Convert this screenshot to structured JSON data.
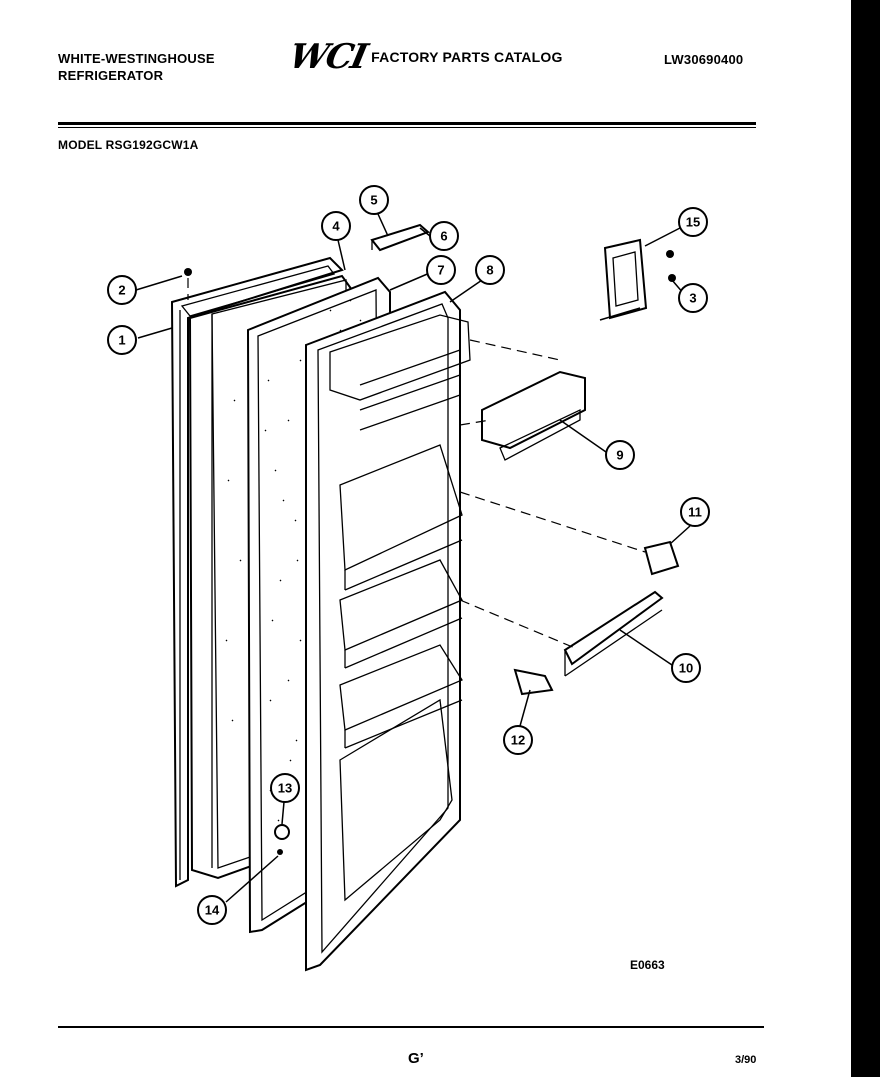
{
  "header": {
    "brand_line1": "WHITE-WESTINGHOUSE",
    "brand_line2": "REFRIGERATOR",
    "logo_text": "WCI",
    "catalog_title": "FACTORY PARTS CATALOG",
    "doc_number": "LW30690400",
    "model": "MODEL RSG192GCW1A"
  },
  "callouts": [
    "1",
    "2",
    "3",
    "4",
    "5",
    "6",
    "7",
    "8",
    "9",
    "10",
    "11",
    "12",
    "13",
    "14",
    "15"
  ],
  "diagram_code": "E0663",
  "footer": {
    "center": "G’",
    "right": "3/90"
  }
}
